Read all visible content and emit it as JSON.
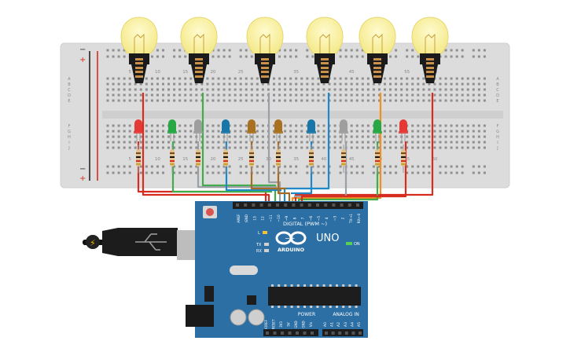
{
  "breadboard": {
    "row_labels": [
      "A",
      "B",
      "C",
      "D",
      "E",
      "F",
      "G",
      "H",
      "I",
      "J"
    ],
    "column_labels": [
      "5",
      "10",
      "15",
      "20",
      "25",
      "30",
      "35",
      "40",
      "45",
      "50",
      "55",
      "60"
    ],
    "rail_plus": "+",
    "rail_minus": "−"
  },
  "bulbs_count": 6,
  "leds": [
    {
      "color": "#e53935",
      "name": "red"
    },
    {
      "color": "#27a844",
      "name": "green"
    },
    {
      "color": "#9e9e9e",
      "name": "gray"
    },
    {
      "color": "#1976a8",
      "name": "blue"
    },
    {
      "color": "#a9701f",
      "name": "brown"
    },
    {
      "color": "#a9701f",
      "name": "brown"
    },
    {
      "color": "#1976a8",
      "name": "blue"
    },
    {
      "color": "#9e9e9e",
      "name": "gray"
    },
    {
      "color": "#27a844",
      "name": "green"
    },
    {
      "color": "#e53935",
      "name": "red"
    }
  ],
  "wire_colors": {
    "red": "#d62d20",
    "green": "#3fae49",
    "gray": "#9aa0a6",
    "blue": "#1e88c8",
    "orange": "#f09020",
    "brown": "#a86b22"
  },
  "arduino": {
    "brand": "ARDUINO",
    "model": "UNO",
    "digital_label": "DIGITAL (PWM ~)",
    "pin_labels": [
      "AREF",
      "GND",
      "13",
      "12",
      "~11",
      "~10",
      "~9",
      "8",
      "7",
      "~6",
      "~5",
      "4",
      "~3",
      "2",
      "TX→1",
      "RX←0"
    ],
    "label_L": "L",
    "label_TX": "TX",
    "label_RX": "RX",
    "label_on": "ON",
    "power_label": "POWER",
    "analog_label": "ANALOG IN",
    "power_pins": [
      "IOREF",
      "RESET",
      "3V3",
      "5V",
      "GND",
      "GND",
      "Vin"
    ],
    "analog_pins": [
      "A0",
      "A1",
      "A2",
      "A3",
      "A4",
      "A5"
    ],
    "board_color": "#2b6fa4",
    "logo_symbol": "−+"
  },
  "usb_cable": {
    "icon": "lightning-icon"
  }
}
